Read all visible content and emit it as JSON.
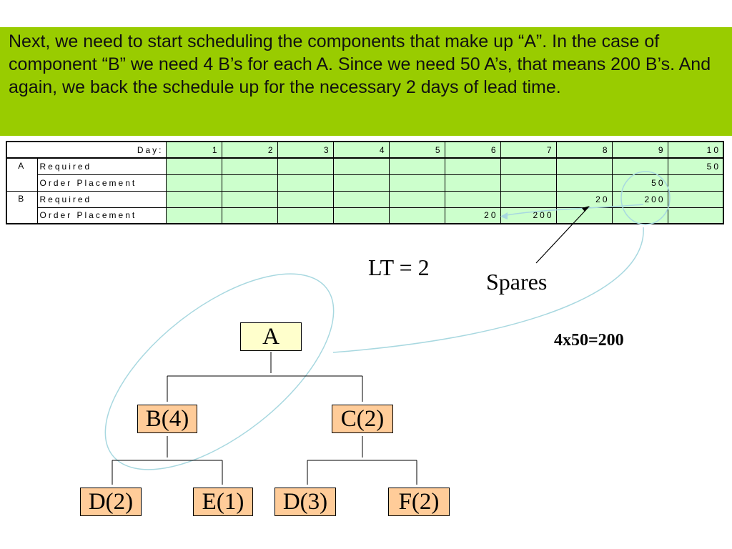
{
  "banner": {
    "text": "Next, we need to start scheduling the components that make up “A”.  In the case of component “B” we need 4 B’s for each A.  Since we need 50 A’s, that means 200 B’s.  And again, we back the schedule up for the necessary 2 days of lead time."
  },
  "table": {
    "day_label": "Day:",
    "days": [
      "1",
      "2",
      "3",
      "4",
      "5",
      "6",
      "7",
      "8",
      "9",
      "10"
    ],
    "rows": [
      {
        "item": "A",
        "label": "Required",
        "values": [
          "",
          "",
          "",
          "",
          "",
          "",
          "",
          "",
          "",
          "50"
        ]
      },
      {
        "item": "",
        "label": "Order Placement",
        "values": [
          "",
          "",
          "",
          "",
          "",
          "",
          "",
          "",
          "50",
          ""
        ]
      },
      {
        "item": "B",
        "label": "Required",
        "values": [
          "",
          "",
          "",
          "",
          "",
          "",
          "",
          "20",
          "200",
          ""
        ]
      },
      {
        "item": "",
        "label": "Order Placement",
        "values": [
          "",
          "",
          "",
          "",
          "",
          "20",
          "200",
          "",
          "",
          ""
        ]
      }
    ]
  },
  "annotations": {
    "lead_time": "LT = 2",
    "spares": "Spares",
    "calculation": "4x50=200"
  },
  "tree": {
    "root": "A",
    "level1": [
      "B(4)",
      "C(2)"
    ],
    "level2": [
      "D(2)",
      "E(1)",
      "D(3)",
      "F(2)"
    ]
  },
  "colors": {
    "banner": "#99cc00",
    "table_cells": "#ccffcc",
    "root_box": "#ffffcc",
    "child_box": "#ffcc99",
    "highlight": "#a8d8e0"
  }
}
